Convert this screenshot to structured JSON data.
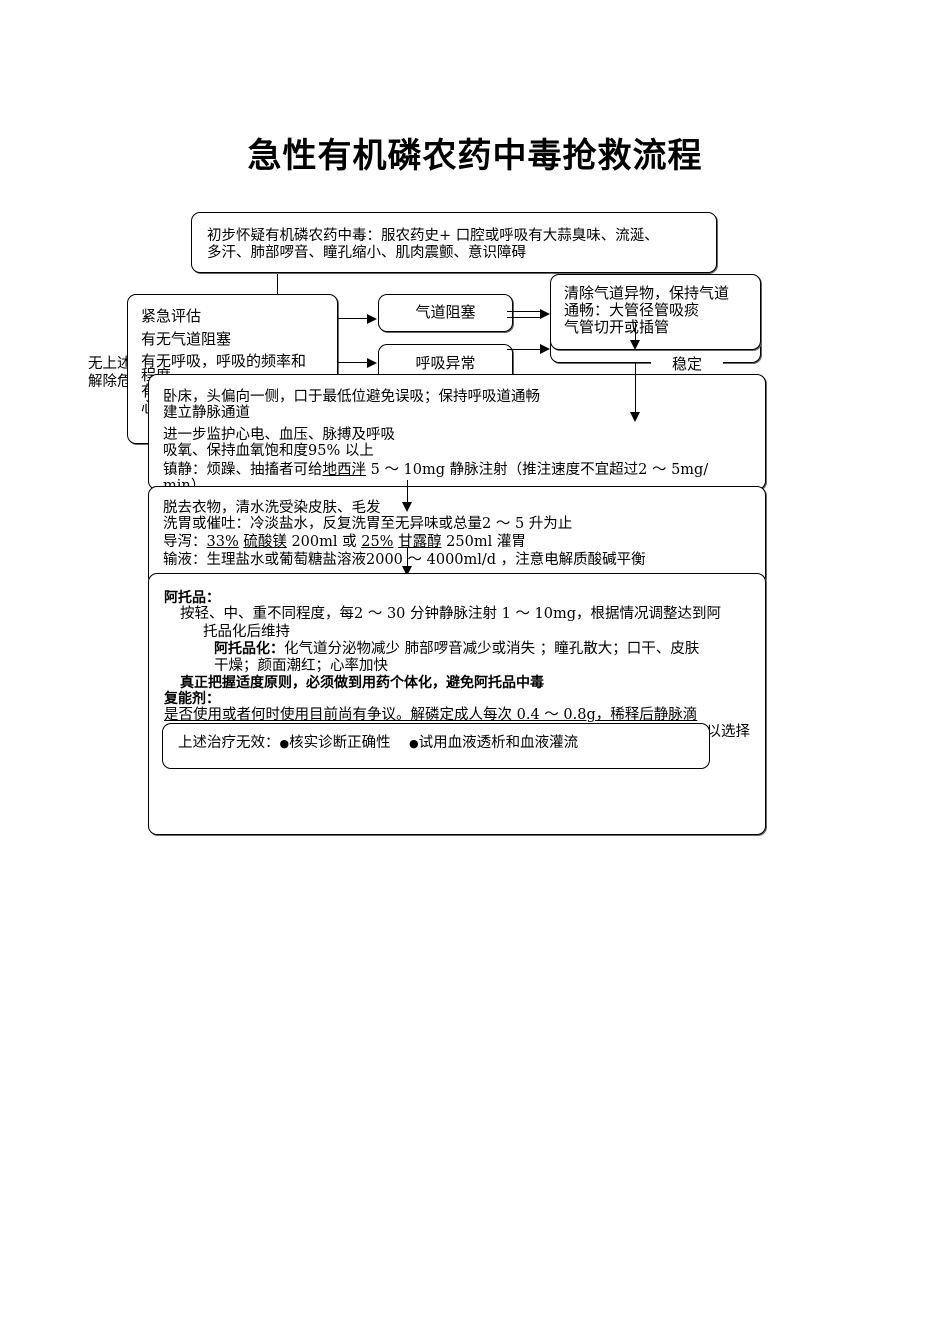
{
  "title": "急性有机磷农药中毒抢救流程",
  "initial_box": {
    "line1": "初步怀疑有机磷农药中毒：服农药史+ 口腔或呼吸有大蒜臭味、流涎、",
    "line2": "多汗、肺部啰音、瞳孔缩小、肌肉震颤、意识障碍"
  },
  "emergency_box": {
    "heading": "紧急评估",
    "item1": "有无气道阻塞",
    "item2": "有无呼吸，呼吸的频率和",
    "item2_cont": "程度",
    "item3_partial": "有",
    "item4_partial": "心"
  },
  "side_note": {
    "line1": "无上述",
    "line2": "解除危"
  },
  "airway_box": {
    "label": "气道阻塞"
  },
  "breathing_box": {
    "label": "呼吸异常"
  },
  "airway_action_box": {
    "line1": "清除气道异物，保持气道",
    "line2": "通畅：大管径管吸痰",
    "line3": "气管切开或插管"
  },
  "stable_label": "稳定",
  "care_box": {
    "line1": "卧床，头偏向一侧，口于最低位避免误吸；保持呼吸道通畅",
    "line2": "建立静脉通道",
    "line3": "进一步监护心电、血压、脉搏及呼吸",
    "line4": "吸氧、保持血氧饱和度95% 以上",
    "line5_prefix": "镇静：烦躁、抽搐者可给",
    "line5_drug": "地西泮",
    "line5_suffix": " 5 ～ 10mg 静脉注射（推注速度不宜超过2 ～ 5mg/",
    "line6_partial": "min）"
  },
  "decon_box": {
    "line1": "脱去衣物，清水洗受染皮肤、毛发",
    "line2": "洗胃或催吐：冷淡盐水，反复洗胃至无异味或总量2 ～ 5 升为止",
    "line3_prefix": "导泻：",
    "line3_pct1": "33%",
    "line3_drug1": "硫酸镁",
    "line3_mid": " 200ml 或 ",
    "line3_pct2": "25%",
    "line3_drug2": "甘露醇",
    "line3_suffix": " 250ml 灌胃",
    "line4": "输液：生理盐水或葡萄糖盐溶液2000 ～ 4000ml/d ，注意电解质酸碱平衡"
  },
  "antidote_box": {
    "atropine_heading": "阿托品：",
    "atropine_line1": "按轻、中、重不同程度，每2 ～ 30 分钟静脉注射 1 ～ 10mg，根据情况调整达到阿",
    "atropine_line2": "托品化后维持",
    "atropinization_label": "阿托品化：",
    "atropinization_line1": "化气道分泌物减少  肺部啰音减少或消失 ；瞳孔散大；口干、皮肤",
    "atropinization_line2": "干燥；颜面潮红；心率加快",
    "principle": "真正把握适度原则，必须做到用药个体化，避免阿托品中毒",
    "reactivator_heading": "复能剂：",
    "reactivator_line1": "是否使用或者何时使用目前尚有争议。解磷定成人每次 0.4 ～ 0.8g，稀释后静脉滴",
    "reactivator_line2_tail": "以选择"
  },
  "failure_box": {
    "prefix": "上述治疗无效：",
    "bullet": "●",
    "option1": "核实诊断正确性",
    "option2": "试用血液透析和血液灌流"
  }
}
